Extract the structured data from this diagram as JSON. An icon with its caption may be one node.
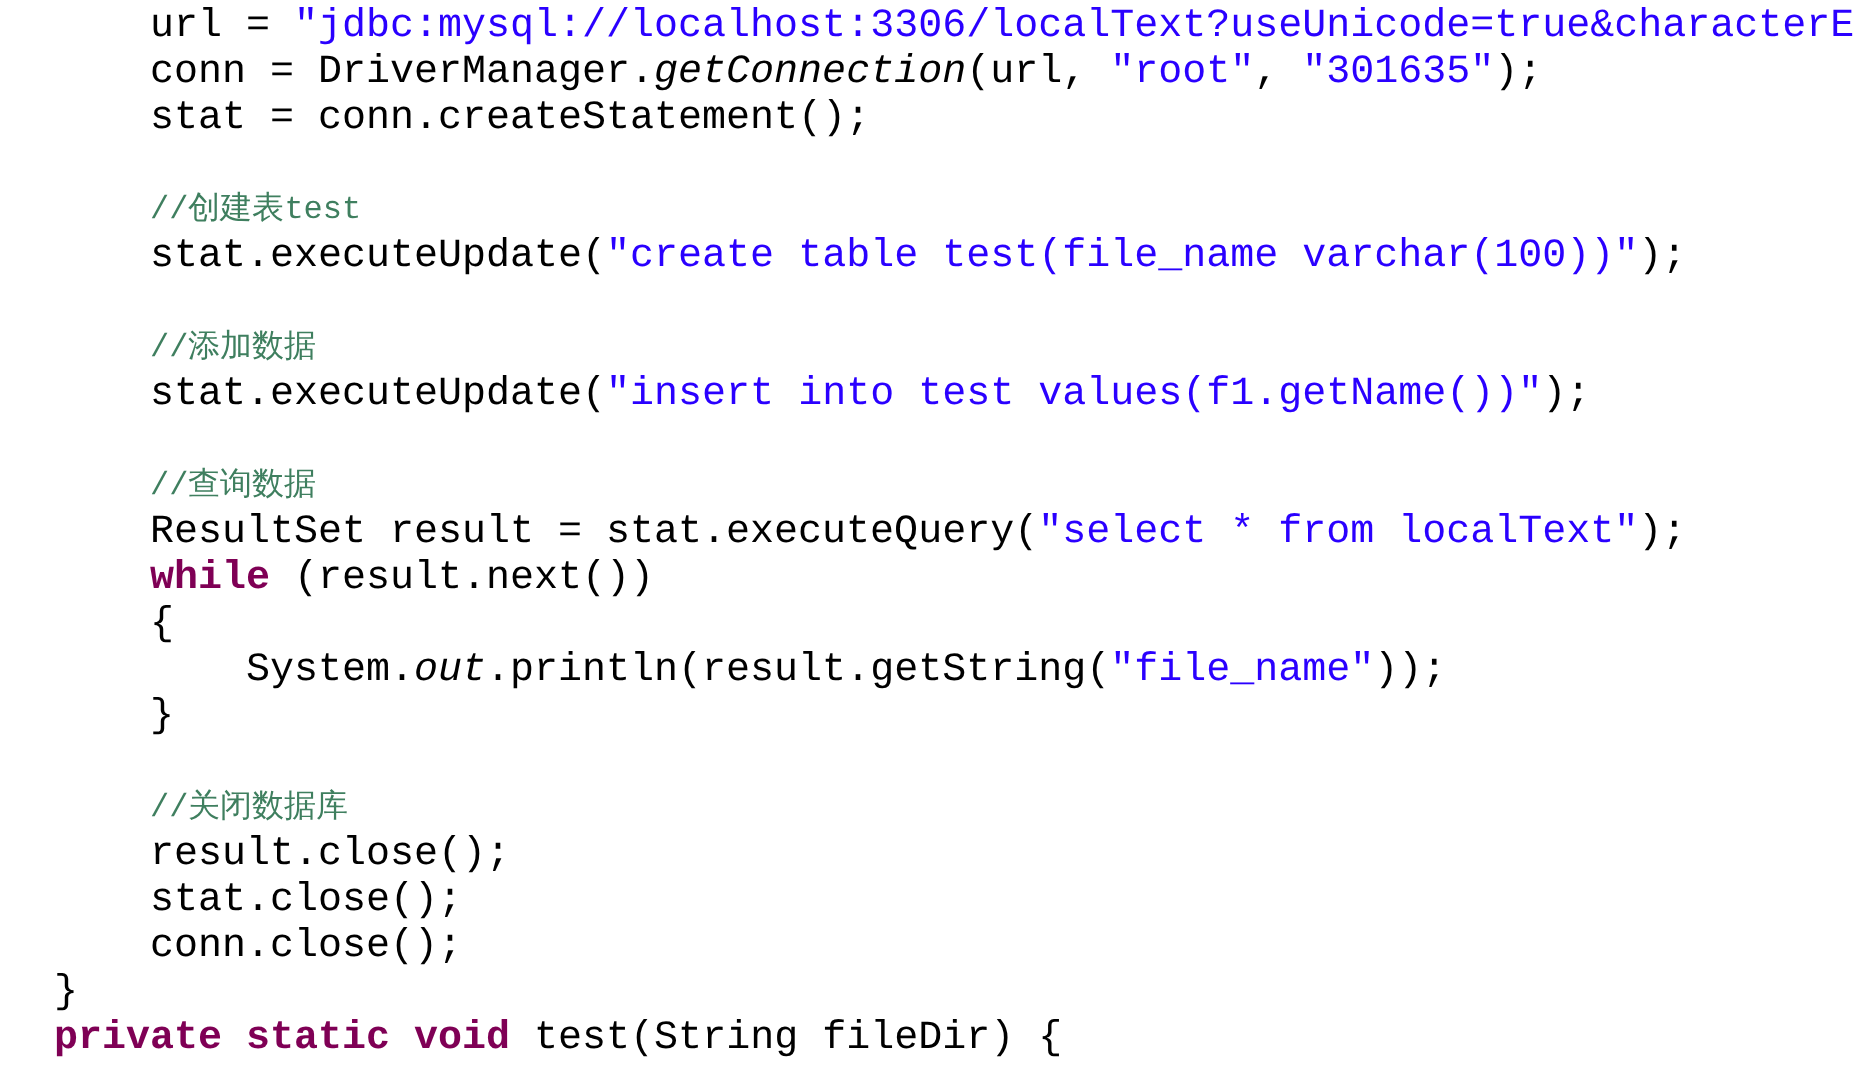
{
  "diagram": {
    "labels": [
      "url = \"jdbc:mysql://localhost:3306/localText?useUnicode=true&characterE",
      "conn = DriverManager.*getConnection*(url, \"root\", \"301635\");",
      "stat = conn.createStatement();",
      "//创建表test",
      "stat.executeUpdate(\"create table test(file_name varchar(100))\");",
      "//添加数据",
      "stat.executeUpdate(\"insert into test values(f1.getName())\");",
      "//查询数据",
      "ResultSet result = stat.executeQuery(\"select * from localText\");",
      "**while** (result.next())",
      "{",
      "System.*out*.println(result.getString(\"file_name\"));",
      "}",
      "//关闭数据库",
      "result.close();",
      "stat.close();",
      "conn.close();",
      "}",
      "**private static void** test(String fileDir) {"
    ]
  }
}
